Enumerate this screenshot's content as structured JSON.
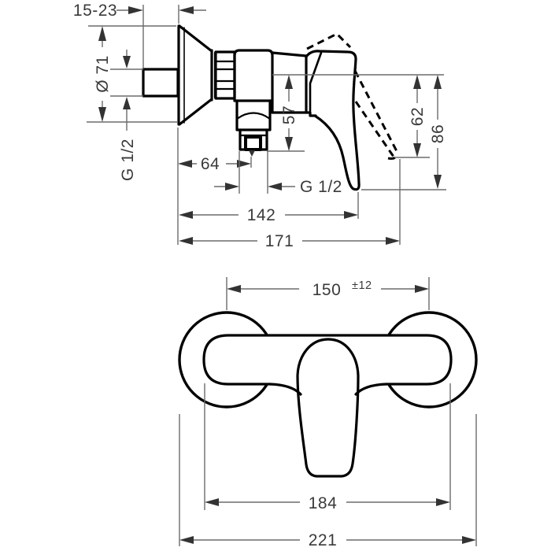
{
  "page": {
    "background": "#ffffff"
  },
  "drawing": {
    "type": "technical-dimension-drawing",
    "subject": "wall-mounted single-lever shower mixer, side and front views with millimetre dimensions",
    "colors": {
      "outline": "#000000",
      "dimension_lines": "#6b6b6b",
      "text": "#3a3a3a",
      "arrowheads": "#333333",
      "background": "#ffffff"
    },
    "side_view": {
      "labels": {
        "wall_depth": "15-23",
        "escutcheon_diameter": "Ø 71",
        "inlet_thread": "G 1/2",
        "spout_drop": "57",
        "handle_raised_drop": "62",
        "handle_drop": "86",
        "spout_offset": "64",
        "outlet_thread": "G 1/2",
        "projection_body": "142",
        "projection_total": "171"
      }
    },
    "front_view": {
      "labels": {
        "connection_centres": "150",
        "connection_tolerance": "±12",
        "body_width": "184",
        "overall_width": "221"
      }
    }
  }
}
